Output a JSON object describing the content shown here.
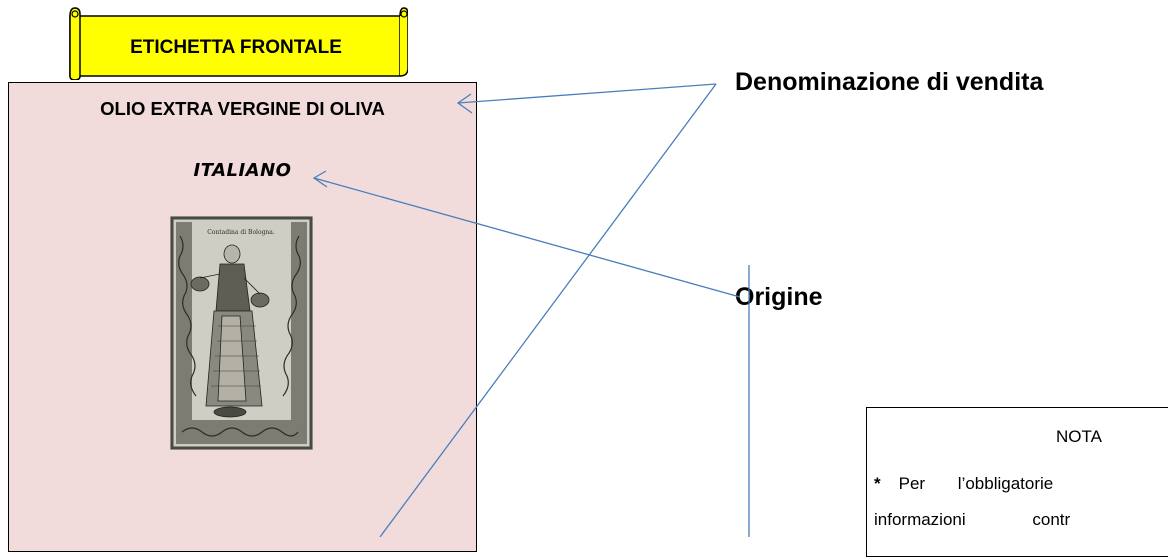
{
  "banner": {
    "label": "ETICHETTA FRONTALE"
  },
  "front_label": {
    "product_name": "OLIO EXTRA VERGINE DI OLIVA",
    "origin": "ITALIANO",
    "illustration_caption": "Contadina di Bologna."
  },
  "callouts": {
    "denominazione": "Denominazione di vendita",
    "origine": "Origine"
  },
  "note": {
    "title": "NOTA",
    "star": "*",
    "line1": "Per l’obbligatorie",
    "line2": "informazioni contr"
  },
  "colors": {
    "label_background": "#f2dcdb",
    "banner_yellow": "#ffff00",
    "arrow_blue": "#4a7ebb"
  }
}
